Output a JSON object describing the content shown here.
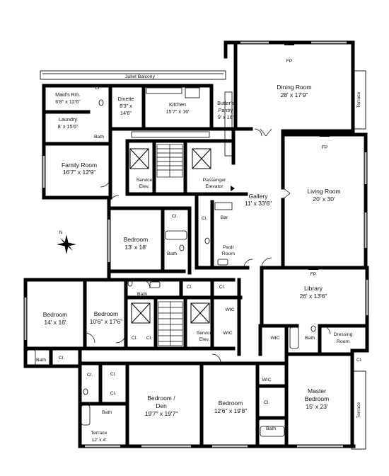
{
  "rooms": {
    "juliet": "Juliet Balcony",
    "maids": {
      "name": "Maid's Rm.",
      "dims": "6'8\" x 12'6\""
    },
    "laundry": {
      "name": "Laundry",
      "dims": "8' x 15'6\""
    },
    "dinette": {
      "name": "Dinette",
      "dims1": "8'3\" x",
      "dims2": "14'6\""
    },
    "kitchen": {
      "name": "Kitchen",
      "dims": "15'7\" x 16'"
    },
    "butlers": {
      "name": "Butler's",
      "name2": "Pantry",
      "dims": "9' x 16'"
    },
    "dining": {
      "name": "Dining Room",
      "dims": "28' x 17'9\""
    },
    "family": {
      "name": "Family Room",
      "dims": "16'7\" x 12'9\""
    },
    "living": {
      "name": "Living Room",
      "dims": "20' x 30'"
    },
    "gallery": {
      "name": "Gallery",
      "dims": "11' x 33'6\""
    },
    "service_elev_top": {
      "line1": "Service",
      "line2": "Elev."
    },
    "passenger_elev": {
      "line1": "Passenger",
      "line2": "Elevator"
    },
    "bedroom_a": {
      "name": "Bedroom",
      "dims": "13' x 18'"
    },
    "bar": "Bar",
    "pwdr": {
      "line1": "Pwdr",
      "line2": "Room"
    },
    "library": {
      "name": "Library",
      "dims": "26' x 13'6\""
    },
    "bedroom_b": {
      "name": "Bedroom",
      "dims": "14' x 16'"
    },
    "bedroom_c": {
      "name": "Bedroom",
      "dims": "10'6\" x 17'6\""
    },
    "service_elev_bottom": {
      "line1": "Service",
      "line2": "Elev."
    },
    "dressing": {
      "line1": "Dressing",
      "line2": "Room"
    },
    "bedroom_den": {
      "line1": "Bedroom /",
      "line2": "Den",
      "dims": "19'7\" x 19'7\""
    },
    "bedroom_d": {
      "name": "Bedroom",
      "dims": "12'6\" x 19'8\""
    },
    "master": {
      "line1": "Master",
      "line2": "Bedroom",
      "dims": "15' x 23'"
    },
    "terrace_small": {
      "name": "Terrace",
      "dims": "12' x 4'"
    }
  },
  "small_labels": {
    "cl": "Cl.",
    "bath": "Bath",
    "wic": "WIC",
    "fp": "FP",
    "terrace": "Terrace"
  }
}
